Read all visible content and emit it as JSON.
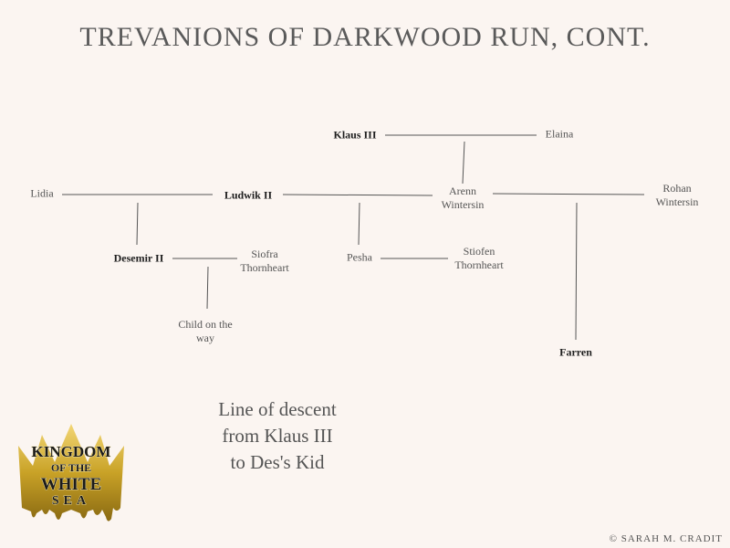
{
  "title": "TREVANIONS OF DARKWOOD RUN, CONT.",
  "people": {
    "klaus": "Klaus III",
    "elaina": "Elaina",
    "lidia": "Lidia",
    "ludwik": "Ludwik II",
    "arenn": [
      "Arenn",
      "Wintersin"
    ],
    "rohan": [
      "Rohan",
      "Wintersin"
    ],
    "desemir": "Desemir II",
    "siofra": [
      "Siofra",
      "Thornheart"
    ],
    "pesha": "Pesha",
    "stiofen": [
      "Stiofen",
      "Thornheart"
    ],
    "child": [
      "Child on the",
      "way"
    ],
    "farren": "Farren"
  },
  "caption": [
    "Line of descent",
    "from Klaus III",
    "to Des's Kid"
  ],
  "logo": {
    "lines": [
      "KINGDOM",
      "OF THE",
      "WHITE",
      "SEA"
    ],
    "colors": {
      "gold": "#c9a227",
      "gold_dark": "#8a6a12",
      "gold_light": "#f3d776"
    }
  },
  "copyright": {
    "symbol": "©",
    "text": "SARAH M. CRADIT"
  },
  "colors": {
    "background": "#fbf5f1",
    "line": "#555555"
  }
}
